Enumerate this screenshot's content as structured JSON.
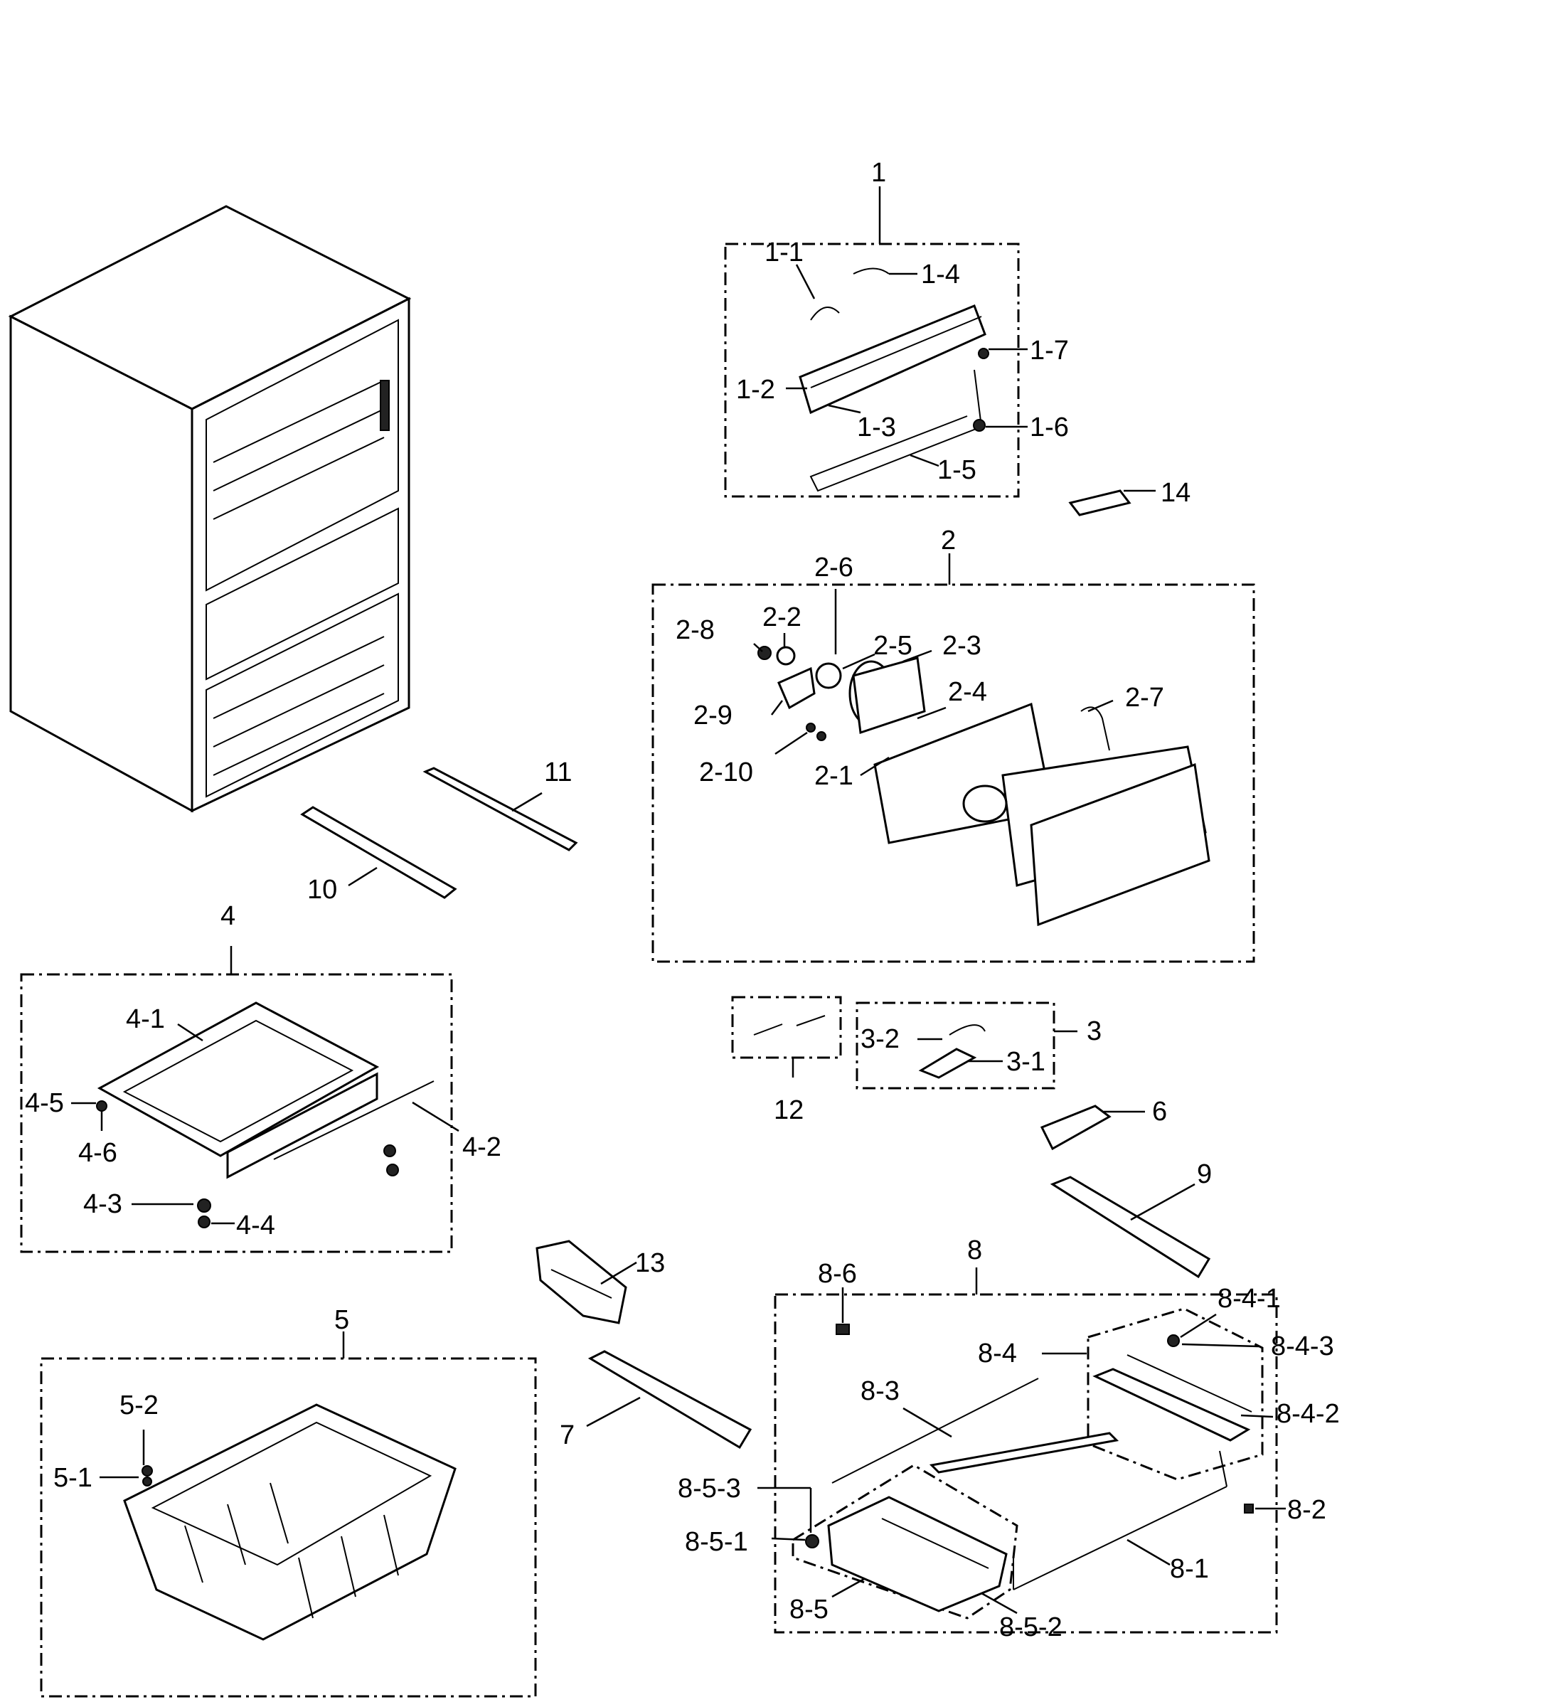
{
  "callouts": {
    "c1": "1",
    "c1_1": "1-1",
    "c1_2": "1-2",
    "c1_3": "1-3",
    "c1_4": "1-4",
    "c1_5": "1-5",
    "c1_6": "1-6",
    "c1_7": "1-7",
    "c2": "2",
    "c2_1": "2-1",
    "c2_2": "2-2",
    "c2_3": "2-3",
    "c2_4": "2-4",
    "c2_5": "2-5",
    "c2_6": "2-6",
    "c2_7": "2-7",
    "c2_8": "2-8",
    "c2_9": "2-9",
    "c2_10": "2-10",
    "c3": "3",
    "c3_1": "3-1",
    "c3_2": "3-2",
    "c4": "4",
    "c4_1": "4-1",
    "c4_2": "4-2",
    "c4_3": "4-3",
    "c4_4": "4-4",
    "c4_5": "4-5",
    "c4_6": "4-6",
    "c5": "5",
    "c5_1": "5-1",
    "c5_2": "5-2",
    "c6": "6",
    "c7": "7",
    "c8": "8",
    "c8_1": "8-1",
    "c8_2": "8-2",
    "c8_3": "8-3",
    "c8_4": "8-4",
    "c8_4_1": "8-4-1",
    "c8_4_2": "8-4-2",
    "c8_4_3": "8-4-3",
    "c8_5": "8-5",
    "c8_5_1": "8-5-1",
    "c8_5_2": "8-5-2",
    "c8_5_3": "8-5-3",
    "c8_6": "8-6",
    "c9": "9",
    "c10": "10",
    "c11": "11",
    "c12": "12",
    "c13": "13",
    "c14": "14"
  }
}
